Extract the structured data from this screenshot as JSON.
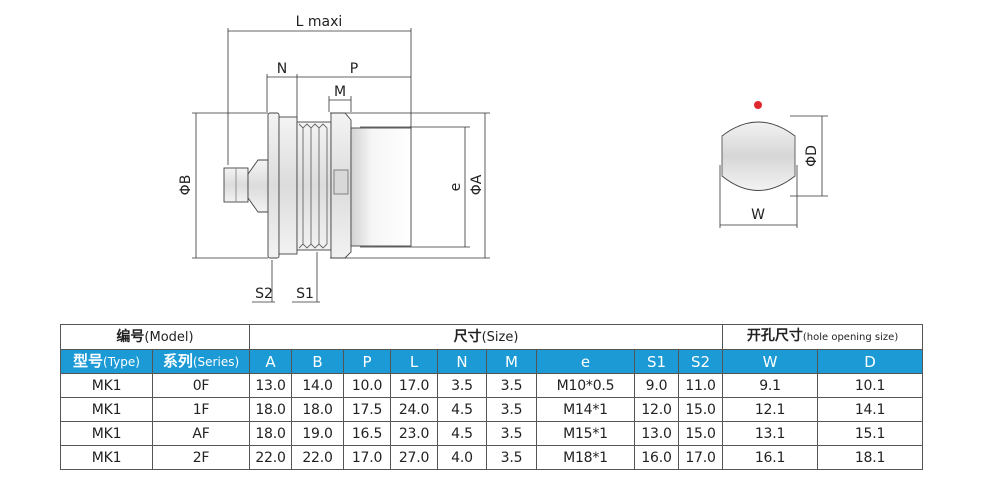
{
  "drawing": {
    "labels": {
      "l_maxi": "L maxi",
      "n": "N",
      "p": "P",
      "m": "M",
      "phi_b": "ΦB",
      "e": "e",
      "phi_a": "ΦA",
      "s2": "S2",
      "s1": "S1",
      "w": "W",
      "phi_d": "ΦD"
    },
    "marker_color": "#e0282e"
  },
  "table": {
    "group_headers": {
      "model_zh": "编号",
      "model_en": "(Model)",
      "size_zh": "尺寸",
      "size_en": "(Size)",
      "hole_zh": "开孔尺寸",
      "hole_en": "(hole opening size)"
    },
    "column_headers": {
      "type_zh": "型号",
      "type_en": "(Type)",
      "series_zh": "系列",
      "series_en": "(Series)",
      "dims": [
        "A",
        "B",
        "P",
        "L",
        "N",
        "M",
        "e",
        "S1",
        "S2",
        "W",
        "D"
      ]
    },
    "header_color": "#1b9ad6",
    "rows": [
      [
        "MK1",
        "0F",
        "13.0",
        "14.0",
        "10.0",
        "17.0",
        "3.5",
        "3.5",
        "M10*0.5",
        "9.0",
        "11.0",
        "9.1",
        "10.1"
      ],
      [
        "MK1",
        "1F",
        "18.0",
        "18.0",
        "17.5",
        "24.0",
        "4.5",
        "3.5",
        "M14*1",
        "12.0",
        "15.0",
        "12.1",
        "14.1"
      ],
      [
        "MK1",
        "AF",
        "18.0",
        "19.0",
        "16.5",
        "23.0",
        "4.5",
        "3.5",
        "M15*1",
        "13.0",
        "15.0",
        "13.1",
        "15.1"
      ],
      [
        "MK1",
        "2F",
        "22.0",
        "22.0",
        "17.0",
        "27.0",
        "4.0",
        "3.5",
        "M18*1",
        "16.0",
        "17.0",
        "16.1",
        "18.1"
      ]
    ]
  }
}
